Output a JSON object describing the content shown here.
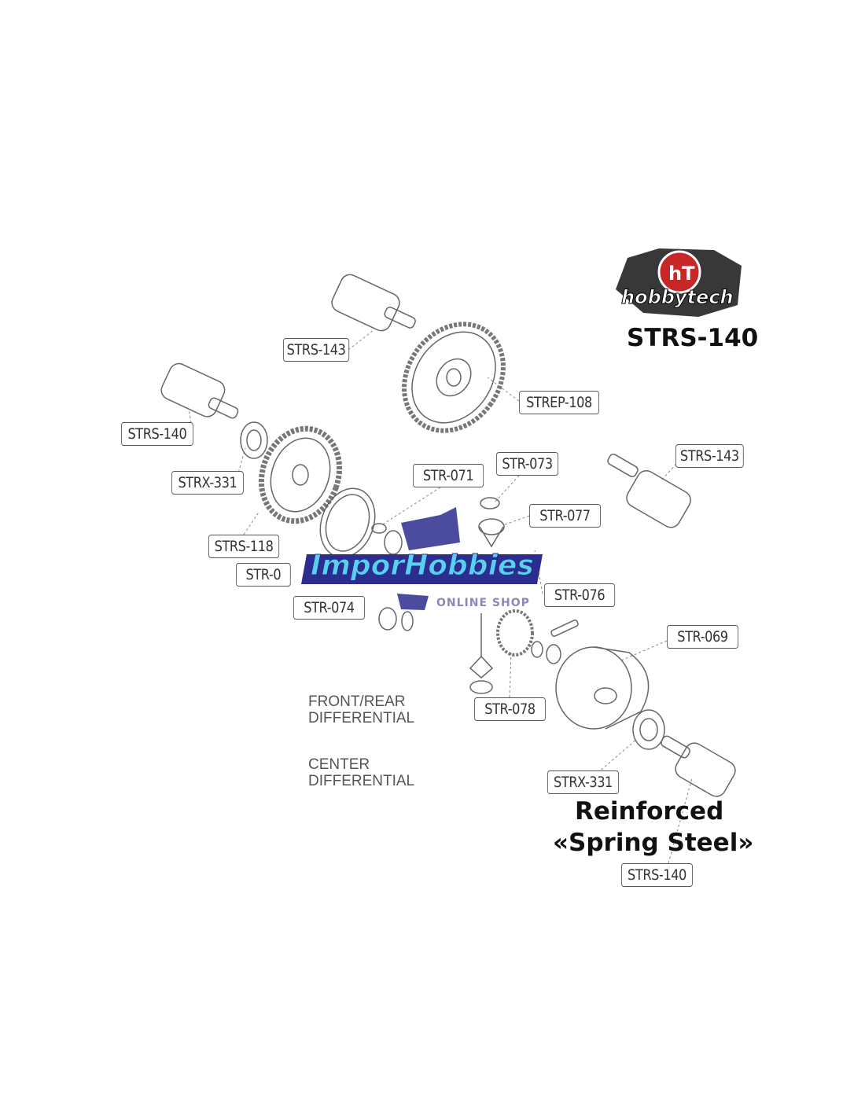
{
  "header": {
    "part_number": "STRS-140",
    "brand_logo_text": "hobbytech"
  },
  "labels": {
    "strs143_top": "STRS-143",
    "strep108": "STREP-108",
    "strs140_left": "STRS-140",
    "strx331_left": "STRX-331",
    "str071": "STR-071",
    "str073": "STR-073",
    "strs143_right": "STRS-143",
    "str077": "STR-077",
    "strs118": "STRS-118",
    "str0_hidden": "STR-0",
    "str074": "STR-074",
    "str076": "STR-076",
    "str069": "STR-069",
    "str078": "STR-078",
    "strx331_bottom": "STRX-331",
    "strs140_bottom": "STRS-140"
  },
  "sections": {
    "front_rear": "FRONT/REAR\nDIFFERENTIAL",
    "center": "CENTER\nDIFFERENTIAL"
  },
  "overlay": {
    "line1": "Reinforced",
    "line2": "«Spring Steel»"
  },
  "watermark": {
    "name": "ImporHobbies",
    "subtitle": "ONLINE SHOP"
  }
}
